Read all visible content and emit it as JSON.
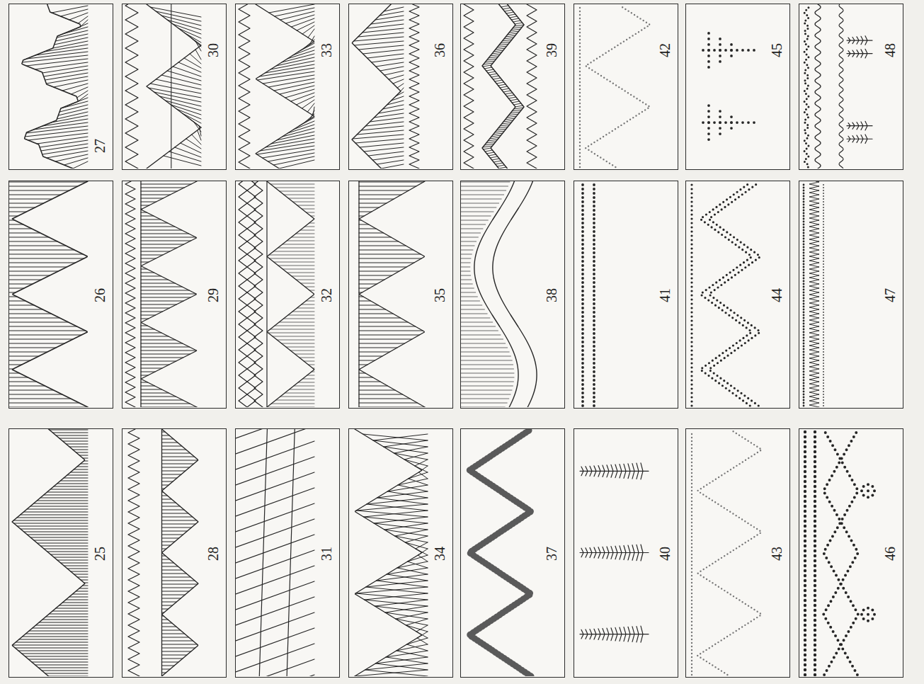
{
  "diagram": {
    "nodes": [
      {
        "text": [
          "25"
        ]
      },
      {
        "text": [
          "26"
        ]
      },
      {
        "text": [
          "27"
        ]
      },
      {
        "text": [
          "28"
        ]
      },
      {
        "text": [
          "29"
        ]
      },
      {
        "text": [
          "30"
        ]
      },
      {
        "text": [
          "31"
        ]
      },
      {
        "text": [
          "32"
        ]
      },
      {
        "text": [
          "33"
        ]
      },
      {
        "text": [
          "34"
        ]
      },
      {
        "text": [
          "35"
        ]
      },
      {
        "text": [
          "36"
        ]
      },
      {
        "text": [
          "37"
        ]
      },
      {
        "text": [
          "38"
        ]
      },
      {
        "text": [
          "39"
        ]
      },
      {
        "text": [
          "40"
        ]
      },
      {
        "text": [
          "41"
        ]
      },
      {
        "text": [
          "42"
        ]
      },
      {
        "text": [
          "43"
        ]
      },
      {
        "text": [
          "44"
        ]
      },
      {
        "text": [
          "45"
        ]
      },
      {
        "text": [
          "46"
        ]
      },
      {
        "text": [
          "47"
        ]
      },
      {
        "text": [
          "48"
        ]
      }
    ]
  }
}
